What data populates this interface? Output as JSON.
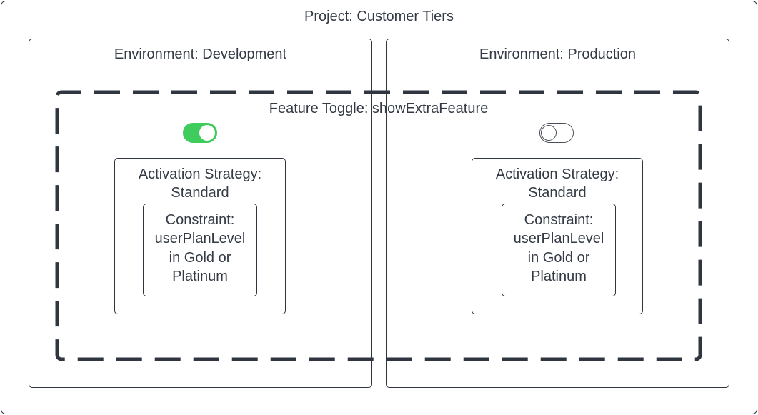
{
  "project": {
    "title": "Project: Customer Tiers"
  },
  "environments": [
    {
      "title": "Environment: Development",
      "toggle_on": true,
      "strategy": {
        "title_line1": "Activation Strategy:",
        "title_line2": "Standard",
        "constraint": {
          "line1": "Constraint:",
          "line2": "userPlanLevel",
          "line3": "in Gold or",
          "line4": "Platinum"
        }
      }
    },
    {
      "title": "Environment: Production",
      "toggle_on": false,
      "strategy": {
        "title_line1": "Activation Strategy:",
        "title_line2": "Standard",
        "constraint": {
          "line1": "Constraint:",
          "line2": "userPlanLevel",
          "line3": "in Gold or",
          "line4": "Platinum"
        }
      }
    }
  ],
  "feature_toggle": {
    "title": "Feature Toggle: showExtraFeature"
  },
  "colors": {
    "stroke": "#2f3640",
    "text": "#333a45",
    "toggle_on": "#3ecc5c",
    "toggle_off_border": "#4a4f57"
  }
}
